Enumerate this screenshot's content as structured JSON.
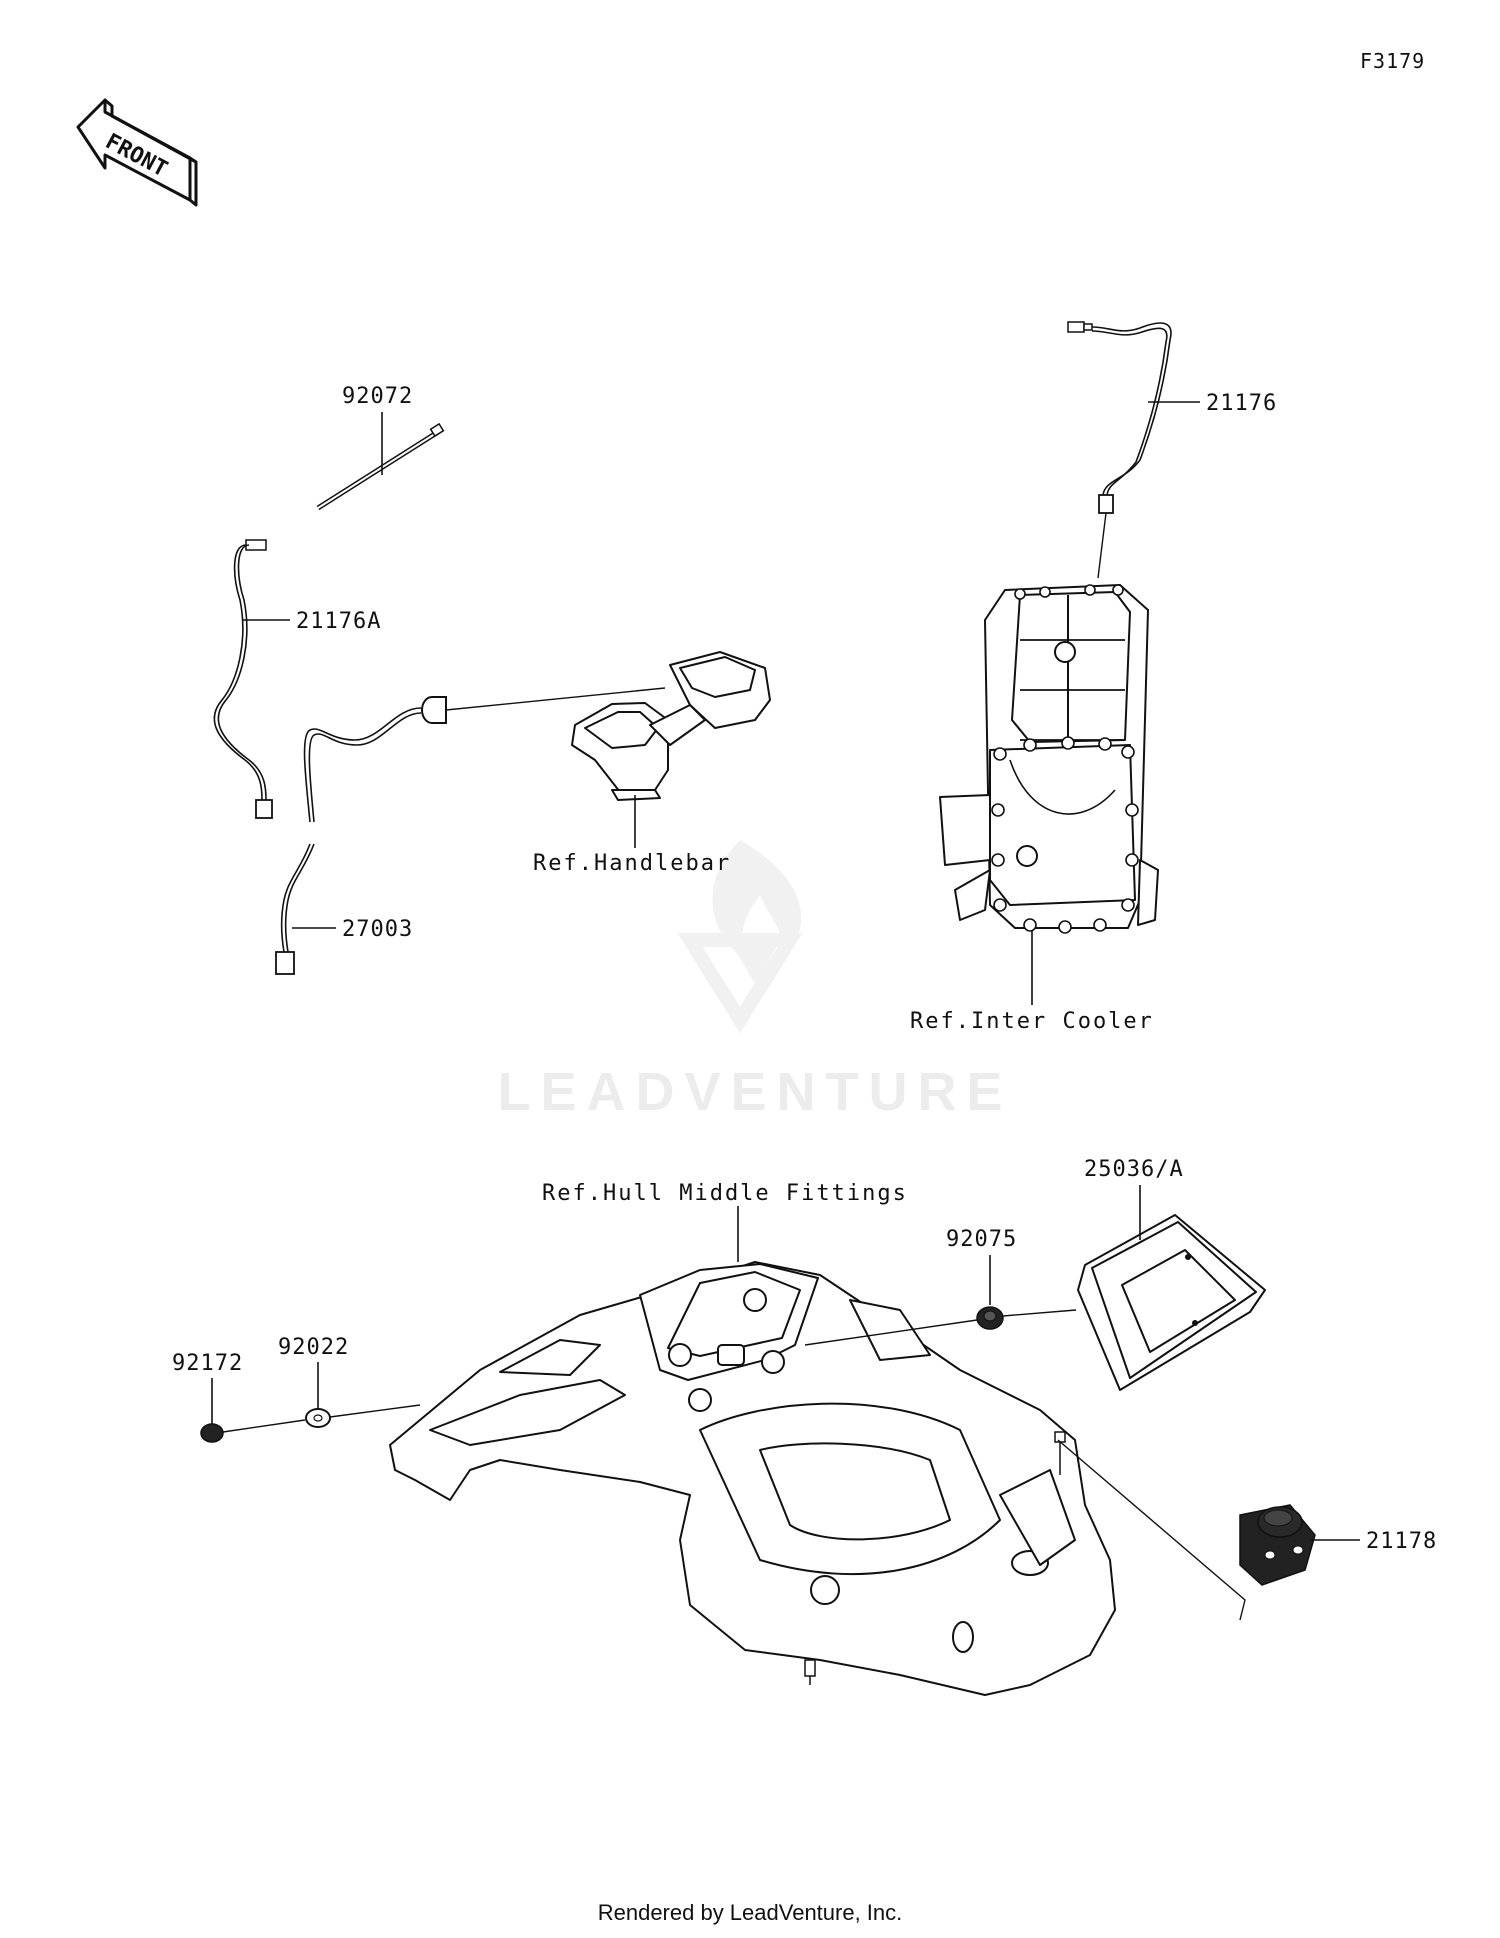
{
  "figure_id": "F3179",
  "front_arrow_label": "FRONT",
  "watermark_text": "LEADVENTURE",
  "credit": "Rendered by LeadVenture, Inc.",
  "part_labels": {
    "p92072": "92072",
    "p21176A": "21176A",
    "p27003": "27003",
    "p21176": "21176",
    "p25036A": "25036/A",
    "p92075": "92075",
    "p92172": "92172",
    "p92022": "92022",
    "p21178": "21178"
  },
  "reference_labels": {
    "handlebar": "Ref.Handlebar",
    "inter_cooler": "Ref.Inter Cooler",
    "hull_middle_fittings": "Ref.Hull Middle Fittings"
  }
}
